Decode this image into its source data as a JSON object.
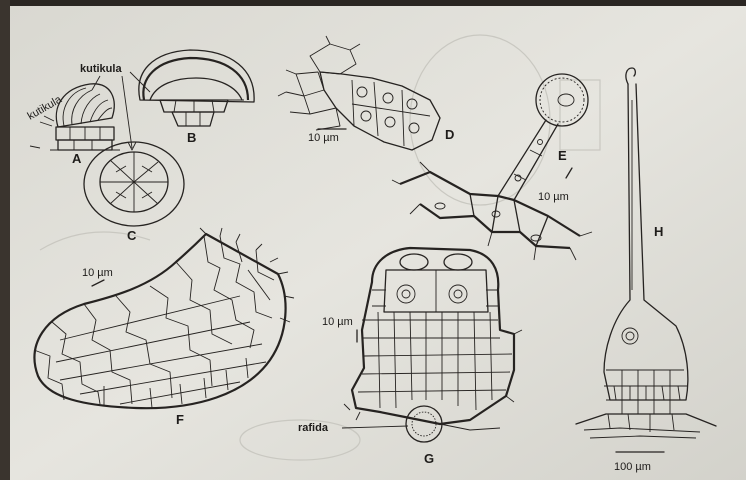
{
  "figure": {
    "callouts": {
      "kutikula": "kutikula",
      "rafida": "rafida"
    },
    "panels": {
      "A": "A",
      "B": "B",
      "C": "C",
      "D": "D",
      "E": "E",
      "F": "F",
      "G": "G",
      "H": "H"
    },
    "scale_bars": {
      "D": "10 µm",
      "E": "10 µm",
      "F": "10 µm",
      "G": "10 µm",
      "H": "100 µm"
    }
  },
  "colors": {
    "paper": "#e3e2dc",
    "ink": "#262321",
    "page_edge": "#2a2622"
  }
}
